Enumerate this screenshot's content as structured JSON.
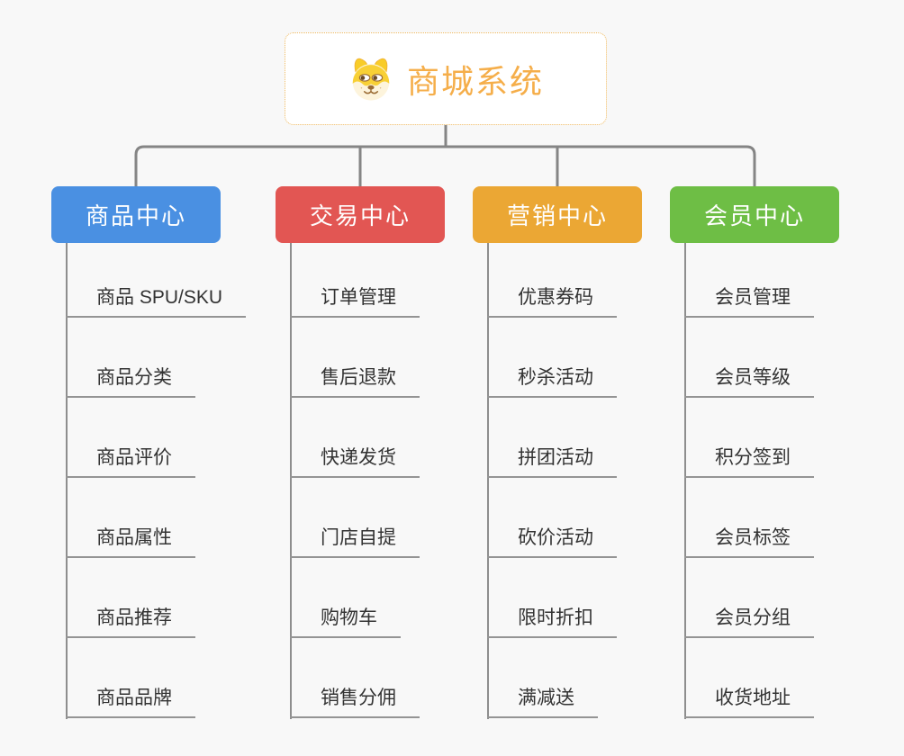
{
  "page": {
    "background": "#f8f8f8",
    "type": "mindmap-org-chart"
  },
  "root": {
    "label": "商城系统",
    "icon": "dog-face-icon",
    "text_color": "#f5ae4a",
    "border_color": "#efb95f"
  },
  "connectors": {
    "color": "#858585"
  },
  "branches": [
    {
      "label": "商品中心",
      "color": "#4a90e2",
      "children": [
        "商品 SPU/SKU",
        "商品分类",
        "商品评价",
        "商品属性",
        "商品推荐",
        "商品品牌"
      ]
    },
    {
      "label": "交易中心",
      "color": "#e25653",
      "children": [
        "订单管理",
        "售后退款",
        "快递发货",
        "门店自提",
        "购物车",
        "销售分佣"
      ]
    },
    {
      "label": "营销中心",
      "color": "#eba734",
      "children": [
        "优惠券码",
        "秒杀活动",
        "拼团活动",
        "砍价活动",
        "限时折扣",
        "满减送"
      ]
    },
    {
      "label": "会员中心",
      "color": "#6ebe45",
      "children": [
        "会员管理",
        "会员等级",
        "积分签到",
        "会员标签",
        "会员分组",
        "收货地址"
      ]
    }
  ]
}
